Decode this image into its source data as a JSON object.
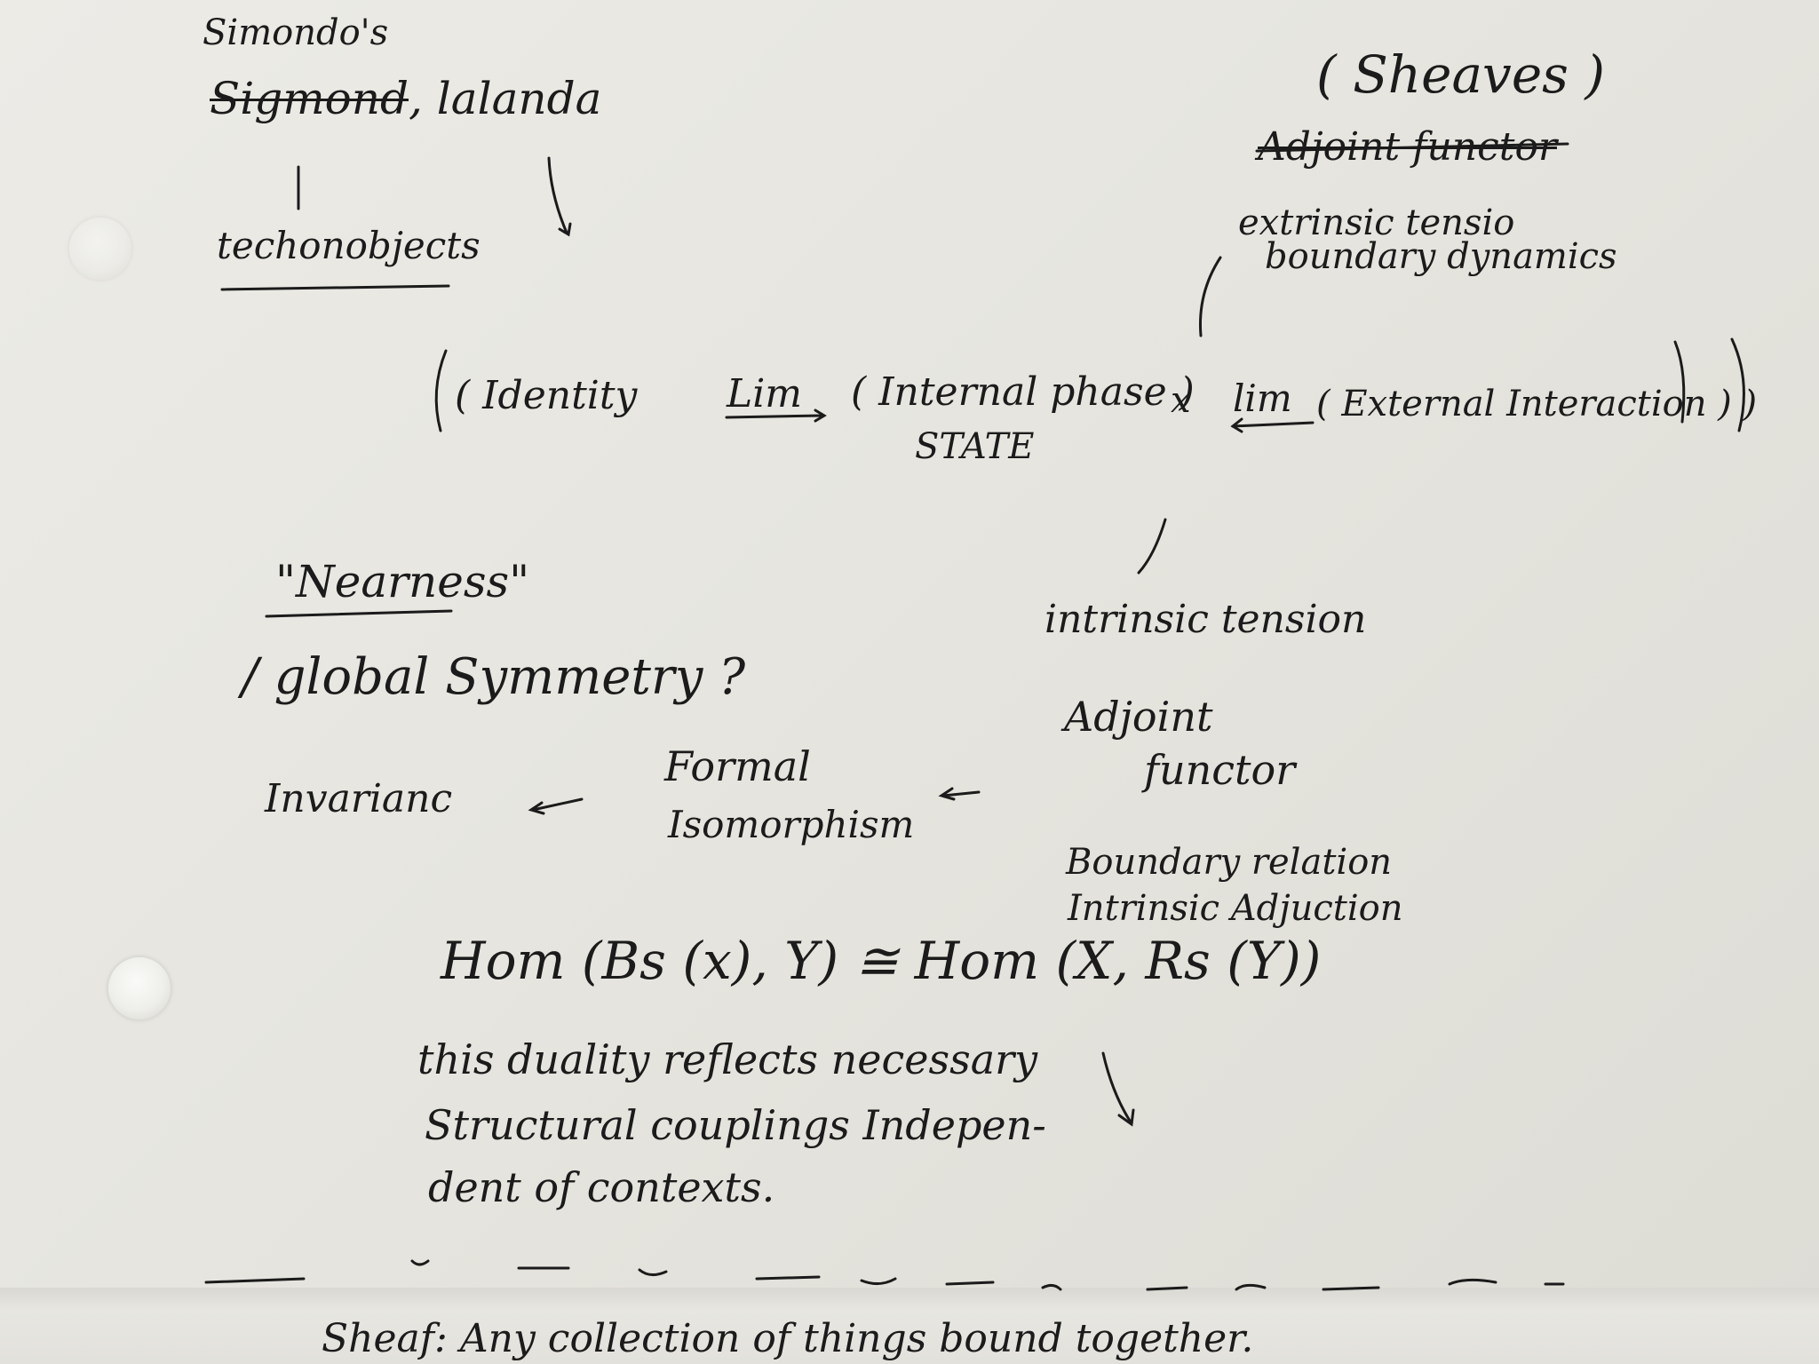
{
  "notes": {
    "simondon": "Simondo's",
    "line2_struck": "Sigmond",
    "line2_rest": ", lalanda",
    "technobjects": "techonobjects",
    "sheaves": "( Sheaves )",
    "adjoint_struck": "Adjoint functor",
    "extrinsic": "extrinsic tensio",
    "boundary_dyn": "boundary dynamics",
    "formula_left": "( Identity",
    "lim1": "Lim",
    "internal": "( Internal phase )",
    "state": "STATE",
    "times": "x",
    "lim2": "lim",
    "external": "( External Interaction ) )",
    "nearness": "\"Nearness\"",
    "global_sym": "/ global Symmetry ?",
    "intrinsic_tension": "intrinsic tension",
    "adjoint": "Adjoint",
    "functor": "functor",
    "invariance": "Invarianc",
    "formal": "Formal",
    "isomorphism": "Isomorphism",
    "boundary_rel": "Boundary relation",
    "intrinsic_adj": "Intrinsic Adjuction",
    "hom": "Hom (Bs (x), Y) ≅ Hom (X, Rs (Y))",
    "duality_1": "this duality reflects necessary",
    "duality_2": "Structural couplings Indepen-",
    "duality_3": "dent of contexts.",
    "sheaf_def": "Sheaf: Any collection of things bound together."
  }
}
